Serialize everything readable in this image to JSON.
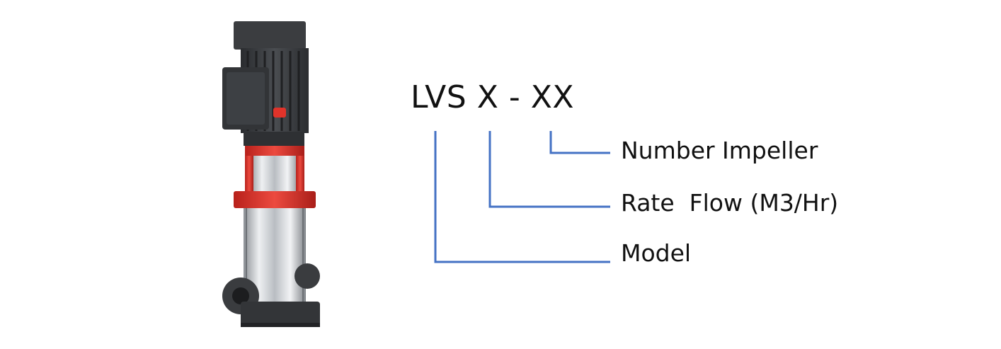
{
  "diagram": {
    "code": "LVS X - XX",
    "labels": {
      "impeller": "Number Impeller",
      "flow": "Rate  Flow (M3/Hr)",
      "model": "Model"
    },
    "connector_color": "#4472C4",
    "pump_colors": {
      "motor": "#3a3c3f",
      "accent": "#e0332a",
      "steel": "#c9ccd0"
    }
  }
}
